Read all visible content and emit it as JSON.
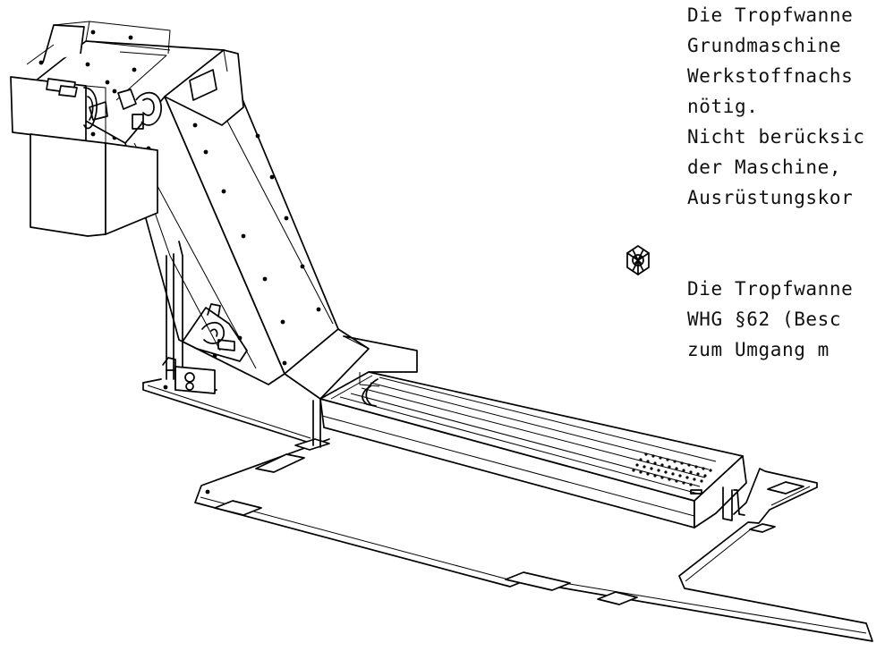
{
  "notes": {
    "paragraph1": [
      "Die Tropfwanne",
      "Grundmaschine",
      "Werkstoffnachs",
      "nötig.",
      "Nicht berücksic",
      "der Maschine,",
      "Ausrüstungskor"
    ],
    "paragraph2": [
      "Die Tropfwanne",
      "WHG §62 (Besc",
      "zum Umgang m"
    ]
  },
  "icons": {
    "orientation_symbol": "orientation-cube-icon"
  }
}
